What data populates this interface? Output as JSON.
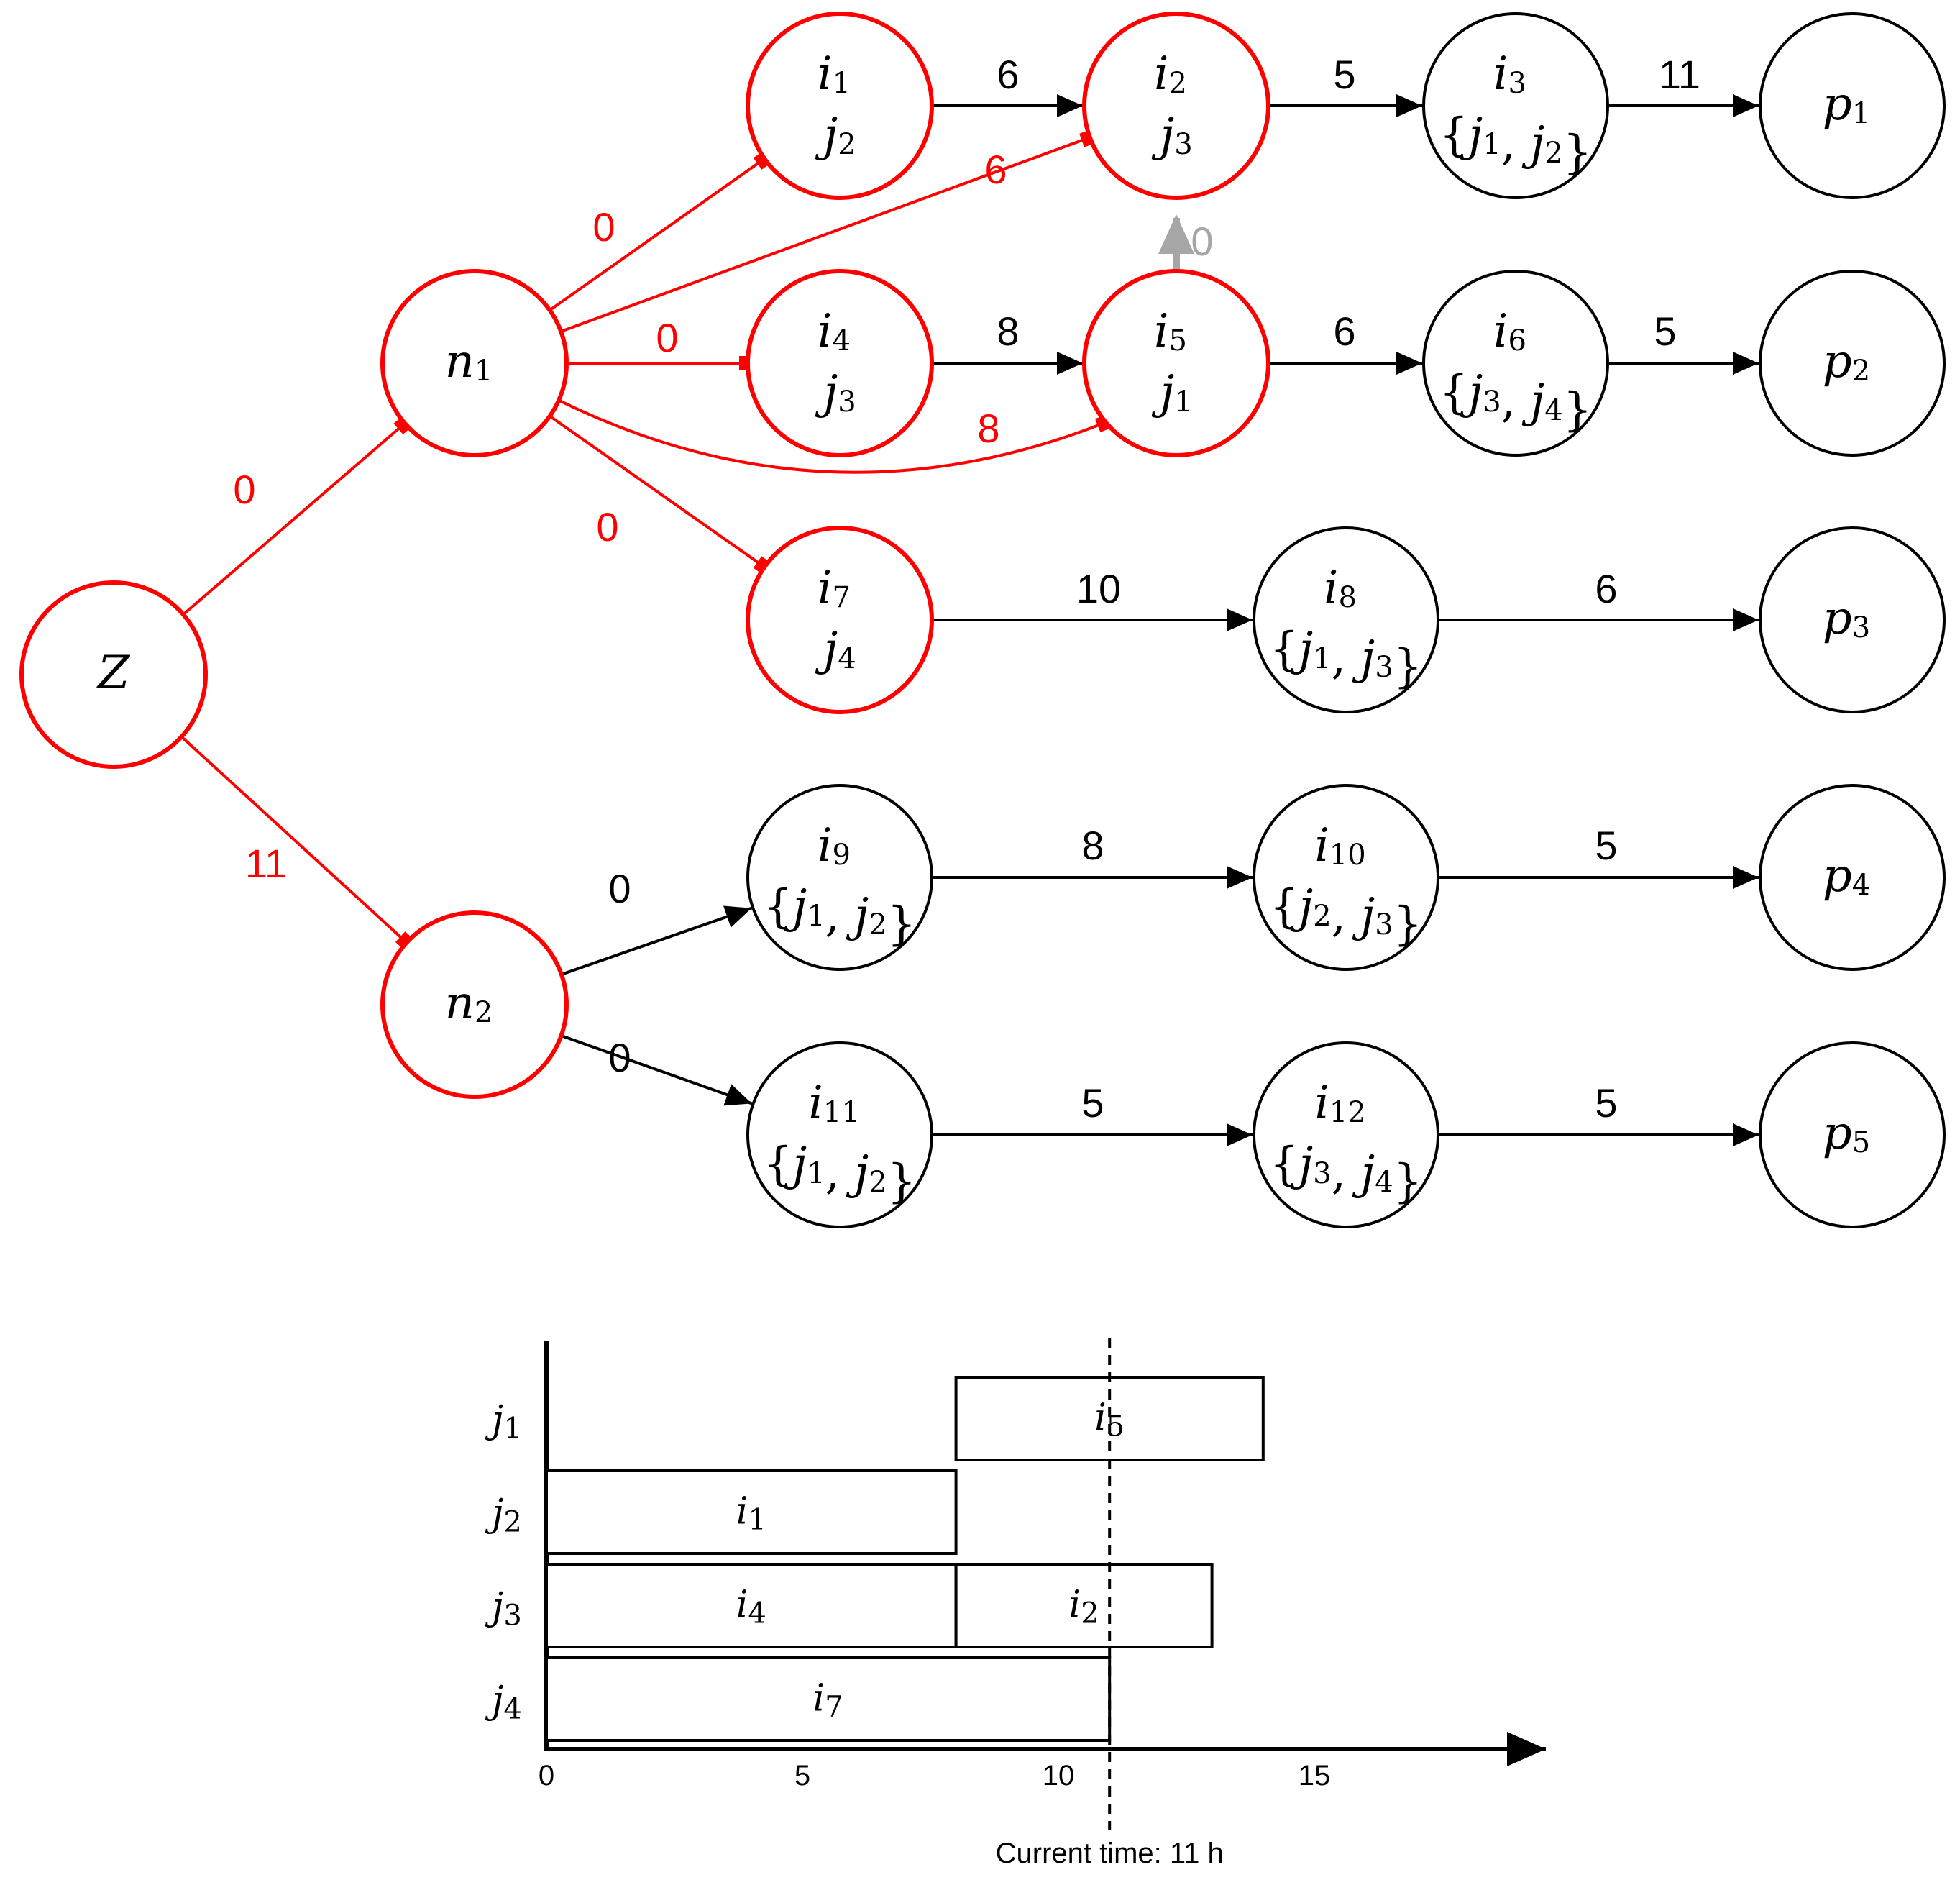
{
  "nodes": [
    {
      "id": "Z",
      "base": "Z",
      "sub": "",
      "line2": null,
      "color": "red"
    },
    {
      "id": "n1",
      "base": "n",
      "sub": "1",
      "line2": null,
      "color": "red"
    },
    {
      "id": "n2",
      "base": "n",
      "sub": "2",
      "line2": null,
      "color": "red"
    },
    {
      "id": "i1",
      "base": "i",
      "sub": "1",
      "line2": [
        {
          "b": "j",
          "s": "2"
        }
      ],
      "color": "red"
    },
    {
      "id": "i2",
      "base": "i",
      "sub": "2",
      "line2": [
        {
          "b": "j",
          "s": "3"
        }
      ],
      "color": "red"
    },
    {
      "id": "i3",
      "base": "i",
      "sub": "3",
      "line2": [
        {
          "b": "j",
          "s": "1"
        },
        {
          "b": "j",
          "s": "2"
        }
      ],
      "color": "black"
    },
    {
      "id": "i4",
      "base": "i",
      "sub": "4",
      "line2": [
        {
          "b": "j",
          "s": "3"
        }
      ],
      "color": "red"
    },
    {
      "id": "i5",
      "base": "i",
      "sub": "5",
      "line2": [
        {
          "b": "j",
          "s": "1"
        }
      ],
      "color": "red"
    },
    {
      "id": "i6",
      "base": "i",
      "sub": "6",
      "line2": [
        {
          "b": "j",
          "s": "3"
        },
        {
          "b": "j",
          "s": "4"
        }
      ],
      "color": "black"
    },
    {
      "id": "i7",
      "base": "i",
      "sub": "7",
      "line2": [
        {
          "b": "j",
          "s": "4"
        }
      ],
      "color": "red"
    },
    {
      "id": "i8",
      "base": "i",
      "sub": "8",
      "line2": [
        {
          "b": "j",
          "s": "1"
        },
        {
          "b": "j",
          "s": "3"
        }
      ],
      "color": "black"
    },
    {
      "id": "i9",
      "base": "i",
      "sub": "9",
      "line2": [
        {
          "b": "j",
          "s": "1"
        },
        {
          "b": "j",
          "s": "2"
        }
      ],
      "color": "black"
    },
    {
      "id": "i10",
      "base": "i",
      "sub": "10",
      "line2": [
        {
          "b": "j",
          "s": "2"
        },
        {
          "b": "j",
          "s": "3"
        }
      ],
      "color": "black"
    },
    {
      "id": "i11",
      "base": "i",
      "sub": "11",
      "line2": [
        {
          "b": "j",
          "s": "1"
        },
        {
          "b": "j",
          "s": "2"
        }
      ],
      "color": "black"
    },
    {
      "id": "i12",
      "base": "i",
      "sub": "12",
      "line2": [
        {
          "b": "j",
          "s": "3"
        },
        {
          "b": "j",
          "s": "4"
        }
      ],
      "color": "black"
    },
    {
      "id": "p1",
      "base": "p",
      "sub": "1",
      "line2": null,
      "color": "black"
    },
    {
      "id": "p2",
      "base": "p",
      "sub": "2",
      "line2": null,
      "color": "black"
    },
    {
      "id": "p3",
      "base": "p",
      "sub": "3",
      "line2": null,
      "color": "black"
    },
    {
      "id": "p4",
      "base": "p",
      "sub": "4",
      "line2": null,
      "color": "black"
    },
    {
      "id": "p5",
      "base": "p",
      "sub": "5",
      "line2": null,
      "color": "black"
    }
  ],
  "edges": [
    {
      "from": "Z",
      "to": "n1",
      "label": "0",
      "color": "red"
    },
    {
      "from": "Z",
      "to": "n2",
      "label": "11",
      "color": "red"
    },
    {
      "from": "n1",
      "to": "i1",
      "label": "0",
      "color": "red"
    },
    {
      "from": "n1",
      "to": "i2",
      "label": "6",
      "color": "red"
    },
    {
      "from": "n1",
      "to": "i4",
      "label": "0",
      "color": "red"
    },
    {
      "from": "n1",
      "to": "i5",
      "label": "8",
      "color": "red"
    },
    {
      "from": "n1",
      "to": "i7",
      "label": "0",
      "color": "red"
    },
    {
      "from": "n2",
      "to": "i9",
      "label": "0",
      "color": "black"
    },
    {
      "from": "n2",
      "to": "i11",
      "label": "0",
      "color": "black"
    },
    {
      "from": "i1",
      "to": "i2",
      "label": "6",
      "color": "black"
    },
    {
      "from": "i2",
      "to": "i3",
      "label": "5",
      "color": "black"
    },
    {
      "from": "i3",
      "to": "p1",
      "label": "11",
      "color": "black"
    },
    {
      "from": "i4",
      "to": "i5",
      "label": "8",
      "color": "black"
    },
    {
      "from": "i5",
      "to": "i6",
      "label": "6",
      "color": "black"
    },
    {
      "from": "i6",
      "to": "p2",
      "label": "5",
      "color": "black"
    },
    {
      "from": "i5",
      "to": "i2",
      "label": "0",
      "color": "gray"
    },
    {
      "from": "i7",
      "to": "i8",
      "label": "10",
      "color": "black"
    },
    {
      "from": "i8",
      "to": "p3",
      "label": "6",
      "color": "black"
    },
    {
      "from": "i9",
      "to": "i10",
      "label": "8",
      "color": "black"
    },
    {
      "from": "i10",
      "to": "p4",
      "label": "5",
      "color": "black"
    },
    {
      "from": "i11",
      "to": "i12",
      "label": "5",
      "color": "black"
    },
    {
      "from": "i12",
      "to": "p5",
      "label": "5",
      "color": "black"
    }
  ],
  "gantt": {
    "rows": [
      {
        "base": "j",
        "sub": "1"
      },
      {
        "base": "j",
        "sub": "2"
      },
      {
        "base": "j",
        "sub": "3"
      },
      {
        "base": "j",
        "sub": "4"
      }
    ],
    "tasks": [
      {
        "row": 0,
        "label": "i",
        "sub": "5",
        "start": 8,
        "end": 14
      },
      {
        "row": 1,
        "label": "i",
        "sub": "1",
        "start": 0,
        "end": 8
      },
      {
        "row": 2,
        "label": "i",
        "sub": "4",
        "start": 0,
        "end": 8
      },
      {
        "row": 2,
        "label": "i",
        "sub": "2",
        "start": 8,
        "end": 13
      },
      {
        "row": 3,
        "label": "i",
        "sub": "7",
        "start": 0,
        "end": 11
      }
    ],
    "ticks": [
      "0",
      "5",
      "10",
      "15"
    ],
    "current_time": 11,
    "caption": "Current time: 11 h"
  }
}
